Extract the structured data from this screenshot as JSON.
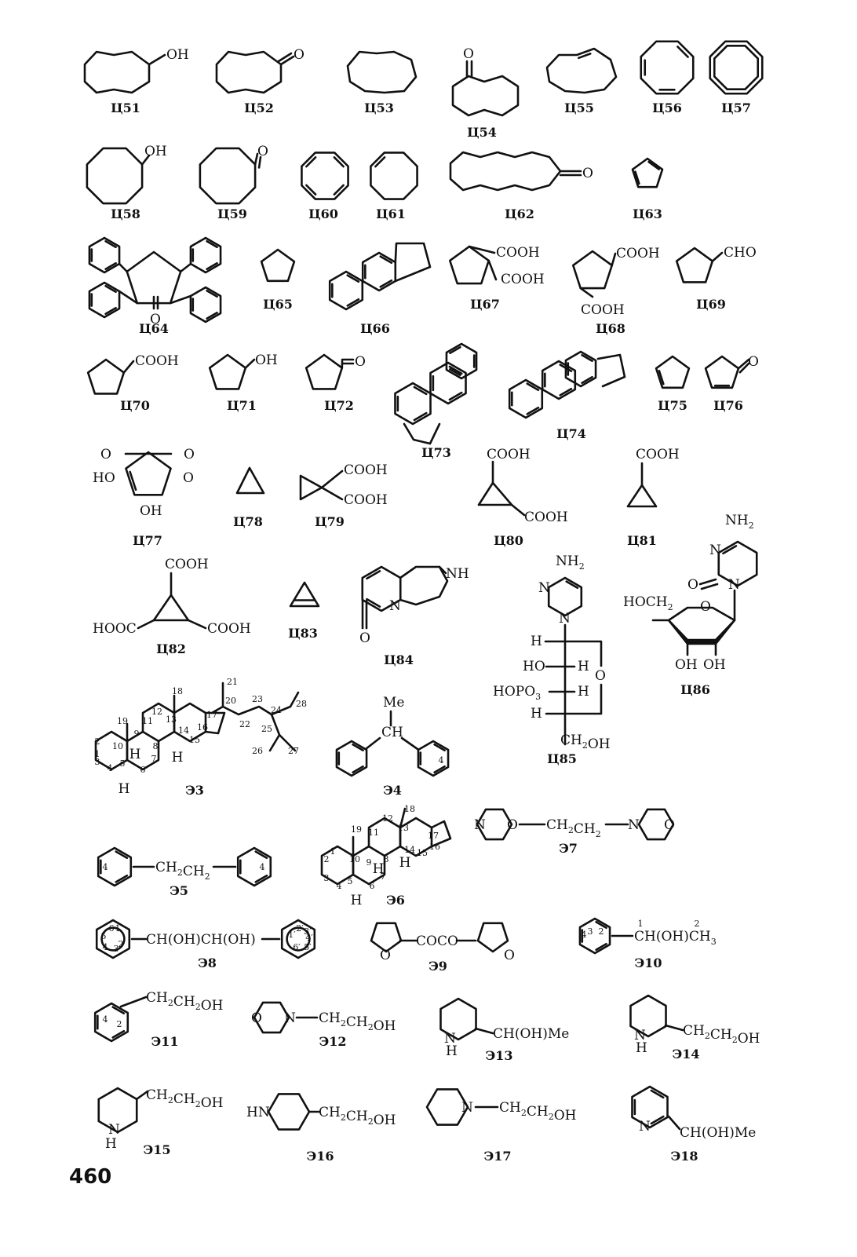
{
  "page_number": "460",
  "compounds": [
    {
      "id": "c51",
      "label": "Ц51",
      "groups": [
        "OH"
      ]
    },
    {
      "id": "c52",
      "label": "Ц52",
      "groups": [
        "O"
      ]
    },
    {
      "id": "c53",
      "label": "Ц53",
      "groups": []
    },
    {
      "id": "c54",
      "label": "Ц54",
      "groups": [
        "O"
      ]
    },
    {
      "id": "c55",
      "label": "Ц55",
      "groups": []
    },
    {
      "id": "c56",
      "label": "Ц56",
      "groups": []
    },
    {
      "id": "c57",
      "label": "Ц57",
      "groups": []
    },
    {
      "id": "c58",
      "label": "Ц58",
      "groups": [
        "OH"
      ]
    },
    {
      "id": "c59",
      "label": "Ц59",
      "groups": [
        "O"
      ]
    },
    {
      "id": "c60",
      "label": "Ц60",
      "groups": []
    },
    {
      "id": "c61",
      "label": "Ц61",
      "groups": []
    },
    {
      "id": "c62",
      "label": "Ц62",
      "groups": [
        "O"
      ]
    },
    {
      "id": "c63",
      "label": "Ц63",
      "groups": []
    },
    {
      "id": "c64",
      "label": "Ц64",
      "groups": [
        "O"
      ]
    },
    {
      "id": "c65",
      "label": "Ц65",
      "groups": []
    },
    {
      "id": "c66",
      "label": "Ц66",
      "groups": []
    },
    {
      "id": "c67",
      "label": "Ц67",
      "groups": [
        "COOH",
        "COOH"
      ]
    },
    {
      "id": "c68",
      "label": "Ц68",
      "groups": [
        "COOH",
        "COOH"
      ]
    },
    {
      "id": "c69",
      "label": "Ц69",
      "groups": [
        "CHO"
      ]
    },
    {
      "id": "c70",
      "label": "Ц70",
      "groups": [
        "COOH"
      ]
    },
    {
      "id": "c71",
      "label": "Ц71",
      "groups": [
        "OH"
      ]
    },
    {
      "id": "c72",
      "label": "Ц72",
      "groups": [
        "O"
      ]
    },
    {
      "id": "c73",
      "label": "Ц73",
      "groups": []
    },
    {
      "id": "c74",
      "label": "Ц74",
      "groups": []
    },
    {
      "id": "c75",
      "label": "Ц75",
      "groups": []
    },
    {
      "id": "c76",
      "label": "Ц76",
      "groups": [
        "O"
      ]
    },
    {
      "id": "c77",
      "label": "Ц77",
      "groups": [
        "O",
        "O",
        "O",
        "HO",
        "OH"
      ]
    },
    {
      "id": "c78",
      "label": "Ц78",
      "groups": []
    },
    {
      "id": "c79",
      "label": "Ц79",
      "groups": [
        "COOH",
        "COOH"
      ]
    },
    {
      "id": "c80",
      "label": "Ц80",
      "groups": [
        "COOH",
        "COOH"
      ]
    },
    {
      "id": "c81",
      "label": "Ц81",
      "groups": [
        "COOH"
      ]
    },
    {
      "id": "c82",
      "label": "Ц82",
      "groups": [
        "COOH",
        "HOOC",
        "COOH"
      ]
    },
    {
      "id": "c83",
      "label": "Ц83",
      "groups": []
    },
    {
      "id": "c84",
      "label": "Ц84",
      "groups": [
        "NH",
        "N",
        "O"
      ]
    },
    {
      "id": "c85",
      "label": "Ц85",
      "groups": [
        "NH₂",
        "N",
        "N",
        "H",
        "HO",
        "H",
        "HOPO₃",
        "H",
        "H",
        "O",
        "CH₂OH"
      ]
    },
    {
      "id": "c86",
      "label": "Ц86",
      "groups": [
        "NH₂",
        "N",
        "O",
        "N",
        "HOCH₂",
        "O",
        "OH",
        "OH"
      ]
    },
    {
      "id": "e3",
      "label": "Э3",
      "groups": [
        "H",
        "H",
        "H"
      ],
      "numbering": [
        "1",
        "2",
        "3",
        "4",
        "5",
        "6",
        "7",
        "8",
        "9",
        "10",
        "11",
        "12",
        "13",
        "14",
        "15",
        "16",
        "17",
        "18",
        "19",
        "20",
        "21",
        "22",
        "23",
        "24",
        "25",
        "26",
        "27",
        "28"
      ]
    },
    {
      "id": "e4",
      "label": "Э4",
      "groups": [
        "Me",
        "CH"
      ],
      "numbering": [
        "4"
      ]
    },
    {
      "id": "e5",
      "label": "Э5",
      "groups": [
        "CH₂CH₂"
      ],
      "numbering": [
        "4",
        "4"
      ]
    },
    {
      "id": "e6",
      "label": "Э6",
      "groups": [
        "H",
        "H",
        "H"
      ],
      "numbering": [
        "1",
        "2",
        "3",
        "4",
        "5",
        "6",
        "7",
        "8",
        "9",
        "10",
        "11",
        "12",
        "13",
        "14",
        "15",
        "16",
        "17",
        "18",
        "19"
      ]
    },
    {
      "id": "e7",
      "label": "Э7",
      "groups": [
        "N",
        "O",
        "CH₂CH₂",
        "N",
        "O"
      ]
    },
    {
      "id": "e8",
      "label": "Э8",
      "groups": [
        "CH(OH)CH(OH)"
      ],
      "numbering": [
        "1",
        "2",
        "3",
        "4",
        "5",
        "6",
        "1′",
        "2′",
        "3′",
        "4′",
        "5′",
        "6′"
      ]
    },
    {
      "id": "e9",
      "label": "Э9",
      "groups": [
        "O",
        "COCO",
        "O"
      ]
    },
    {
      "id": "e10",
      "label": "Э10",
      "groups": [
        "CH(OH)CH₃"
      ],
      "numbering": [
        "1",
        "2",
        "2",
        "3",
        "4"
      ]
    },
    {
      "id": "e11",
      "label": "Э11",
      "groups": [
        "CH₂CH₂OH"
      ],
      "numbering": [
        "2",
        "4"
      ]
    },
    {
      "id": "e12",
      "label": "Э12",
      "groups": [
        "O",
        "N",
        "CH₂CH₂OH"
      ]
    },
    {
      "id": "e13",
      "label": "Э13",
      "groups": [
        "N",
        "H",
        "CH(OH)Me"
      ]
    },
    {
      "id": "e14",
      "label": "Э14",
      "groups": [
        "N",
        "H",
        "CH₂CH₂OH"
      ]
    },
    {
      "id": "e15",
      "label": "Э15",
      "groups": [
        "N",
        "H",
        "CH₂CH₂OH"
      ]
    },
    {
      "id": "e16",
      "label": "Э16",
      "groups": [
        "HN",
        "CH₂CH₂OH"
      ]
    },
    {
      "id": "e17",
      "label": "Э17",
      "groups": [
        "N",
        "CH₂CH₂OH"
      ]
    },
    {
      "id": "e18",
      "label": "Э18",
      "groups": [
        "N",
        "CH(OH)Me"
      ]
    }
  ]
}
